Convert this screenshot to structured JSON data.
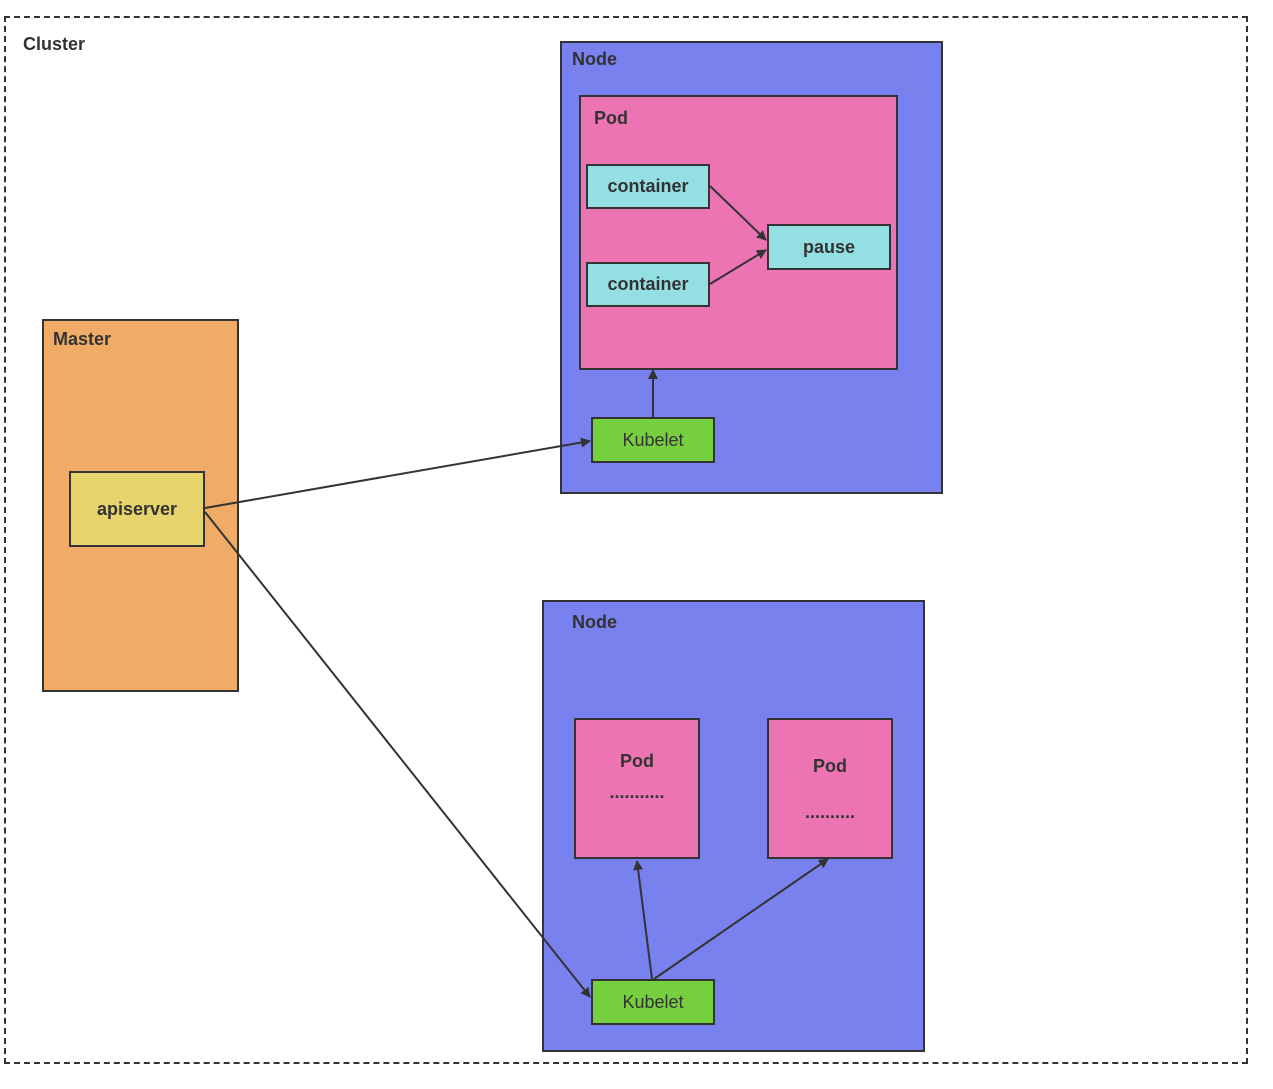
{
  "cluster": {
    "label": "Cluster"
  },
  "master": {
    "label": "Master",
    "apiserver": "apiserver"
  },
  "node1": {
    "label": "Node",
    "pod": {
      "label": "Pod",
      "containers": [
        "container",
        "container"
      ],
      "pause": "pause"
    },
    "kubelet": "Kubelet"
  },
  "node2": {
    "label": "Node",
    "pods": [
      {
        "label": "Pod",
        "ellipsis": "..........."
      },
      {
        "label": "Pod",
        "ellipsis": ".........."
      }
    ],
    "kubelet": "Kubelet"
  },
  "colors": {
    "master": "#f0ab67",
    "apiserver": "#e7d46c",
    "node": "#7981ee",
    "pod": "#ed74b3",
    "container": "#93dfe2",
    "kubelet": "#76cf3e",
    "stroke": "#333333"
  }
}
